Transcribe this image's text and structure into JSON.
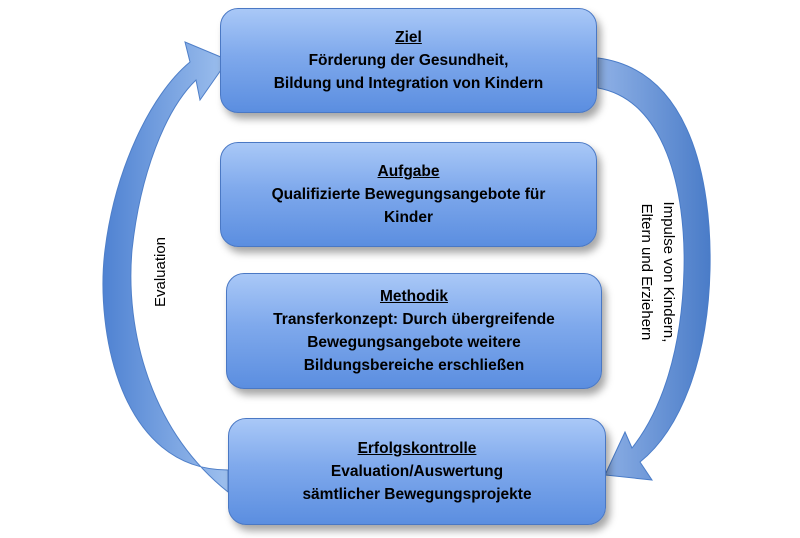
{
  "boxes": {
    "ziel": {
      "heading": "Ziel",
      "line1": "Förderung der Gesundheit,",
      "line2": "Bildung und Integration von Kindern"
    },
    "aufgabe": {
      "heading": "Aufgabe",
      "line1": "Qualifizierte Bewegungsangebote für",
      "line2": "Kinder"
    },
    "methodik": {
      "heading": "Methodik",
      "line1": "Transferkonzept: Durch übergreifende",
      "line2": "Bewegungsangebote weitere",
      "line3": "Bildungsbereiche erschließen"
    },
    "erfolgskontrolle": {
      "heading": "Erfolgskontrolle",
      "line1": "Evaluation/Auswertung",
      "line2": "sämtlicher Bewegungsprojekte"
    }
  },
  "labels": {
    "left": "Evaluation",
    "right_line1": "Impulse von Kindern,",
    "right_line2": "Eltern und Erziehern"
  },
  "colors": {
    "box_top": "#a9c8f7",
    "box_bottom": "#5b8ee0",
    "arrow_light": "#9dbbe8",
    "arrow_dark": "#3f73c8"
  }
}
